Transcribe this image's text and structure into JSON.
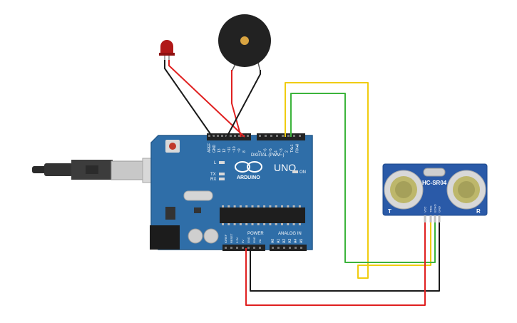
{
  "board": {
    "name": "UNO",
    "brand": "ARDUINO",
    "digital_header": "DIGITAL (PWM~)",
    "power_header": "POWER",
    "analog_header": "ANALOG IN",
    "on_label": "ON",
    "led_l": "L",
    "led_tx": "TX",
    "led_rx": "RX",
    "digital_pins": [
      "AREF",
      "GND",
      "13",
      "12",
      "~11",
      "~10",
      "~9",
      "8",
      "7",
      "~6",
      "~5",
      "4",
      "~3",
      "2",
      "TX▸1",
      "RX◂0"
    ],
    "power_pins": [
      "IOREF",
      "RESET",
      "3.3V",
      "5V",
      "GND",
      "GND",
      "Vin"
    ],
    "analog_pins": [
      "A0",
      "A1",
      "A2",
      "A3",
      "A4",
      "A5"
    ]
  },
  "sensor": {
    "model": "HC-SR04",
    "left_marker": "T",
    "right_marker": "R",
    "pins": [
      "VCC",
      "TRIG",
      "ECHO",
      "GND"
    ]
  },
  "components": {
    "led": "red LED",
    "buzzer": "piezo buzzer",
    "usb": "USB cable"
  },
  "colors": {
    "board": "#2f6ea8",
    "wire_red": "#e02020",
    "wire_black": "#1a1a1a",
    "wire_yellow": "#f0cc10",
    "wire_green": "#3cb43c",
    "sensor": "#2a5aa8"
  }
}
